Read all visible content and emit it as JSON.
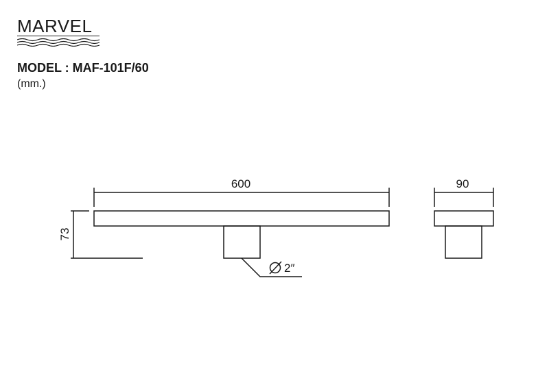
{
  "brand": {
    "name": "MARVEL"
  },
  "model": {
    "title": "MODEL : MAF-101F/60",
    "unit": "(mm.)"
  },
  "dimensions": {
    "length": "600",
    "depth": "90",
    "height": "73",
    "pipe_diameter": "2″",
    "diameter_symbol": "Ø"
  },
  "colors": {
    "line": "#1a1a1a",
    "background": "#ffffff"
  }
}
